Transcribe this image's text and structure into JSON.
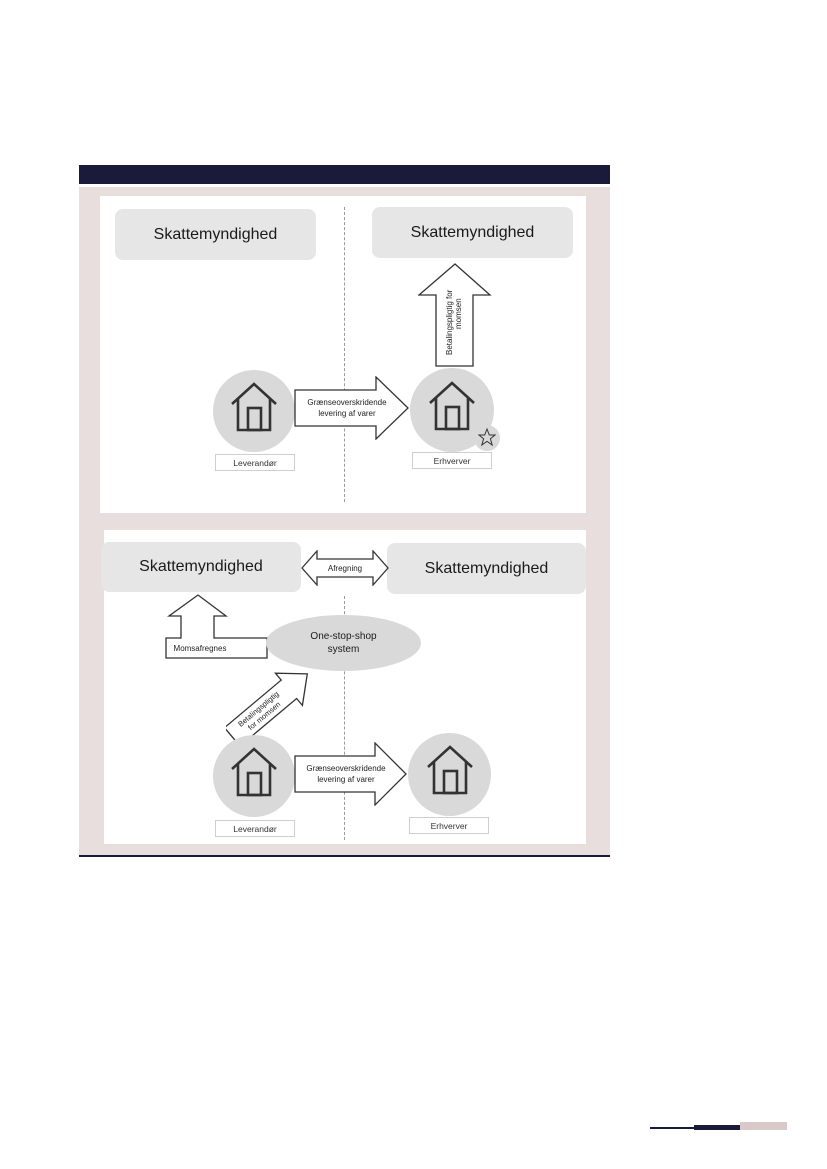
{
  "top": {
    "left_authority": "Skattemyndighed",
    "right_authority": "Skattemyndighed",
    "flow_arrow_line1": "Grænseoverskridende",
    "flow_arrow_line2": "levering af varer",
    "up_arrow_line1": "Betalingspligtig for",
    "up_arrow_line2": "momsen",
    "supplier": "Leverandør",
    "buyer": "Erhverver"
  },
  "bottom": {
    "left_authority": "Skattemyndighed",
    "right_authority": "Skattemyndighed",
    "settlement_arrow": "Afregning",
    "moms_arrow": "Momsafregnes",
    "oss_line1": "One-stop-shop",
    "oss_line2": "system",
    "diag_arrow_line1": "Betalingspligtig",
    "diag_arrow_line2": "for momsen",
    "flow_arrow_line1": "Grænseoverskridende",
    "flow_arrow_line2": "levering af varer",
    "supplier": "Leverandør",
    "buyer": "Erhverver"
  },
  "colors": {
    "navy": "#1a1a3a",
    "frame": "#e8dede",
    "box": "#e6e6e6",
    "circle": "#d9d9d9",
    "footer_pink": "#d9c9c9"
  },
  "icons": [
    "house-icon",
    "star-icon"
  ]
}
